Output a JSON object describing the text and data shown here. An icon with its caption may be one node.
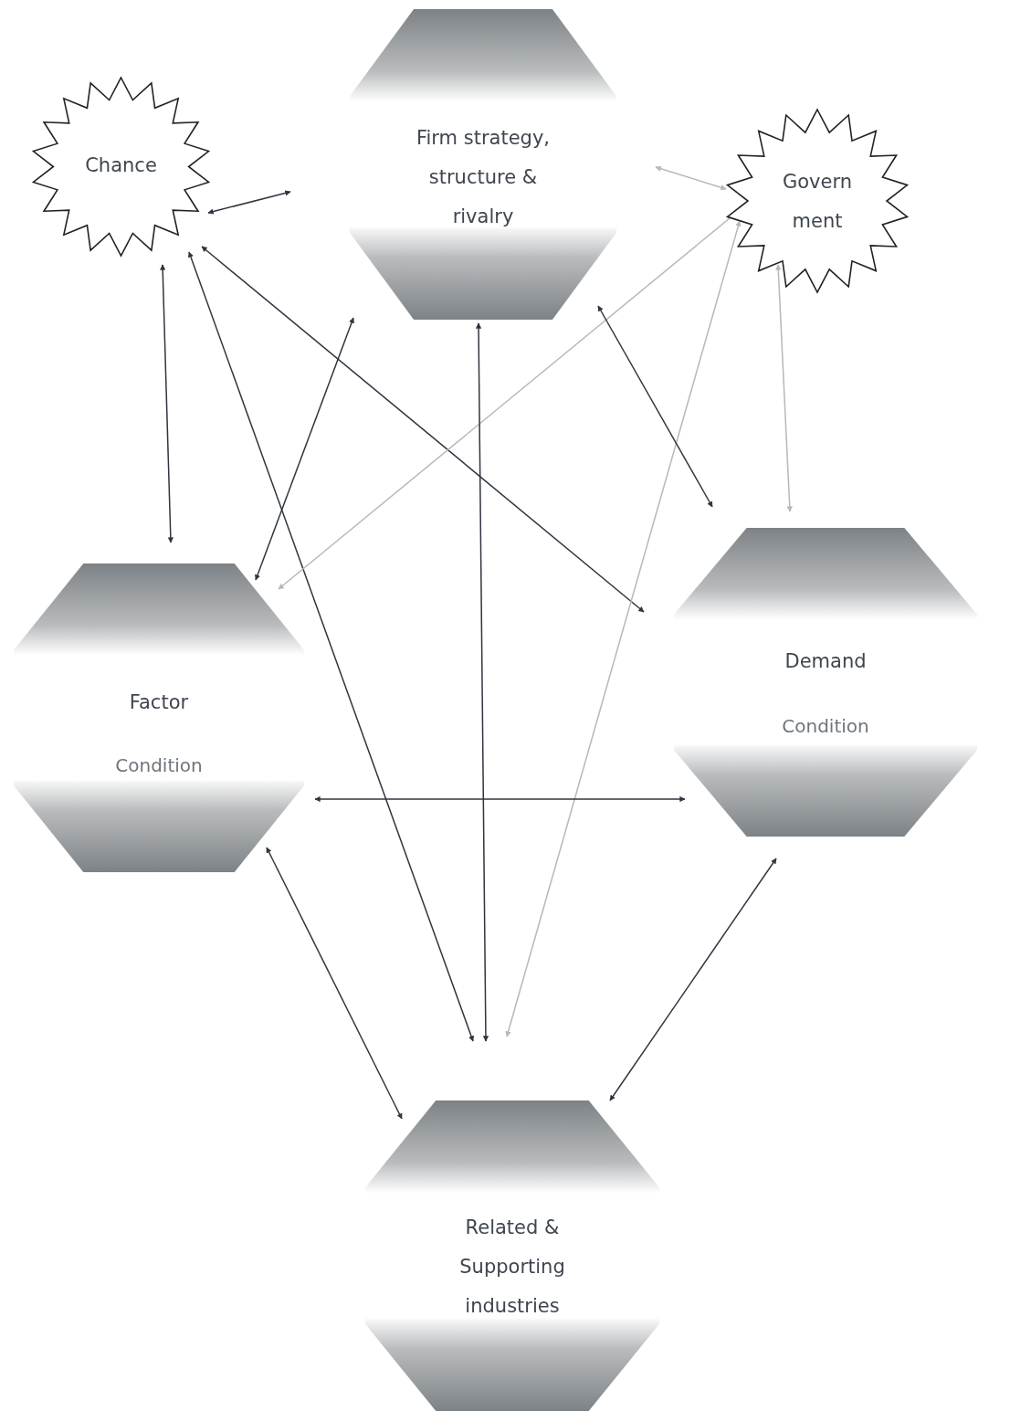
{
  "diagram": {
    "nodes": [
      {
        "text": [
          "Chance"
        ]
      },
      {
        "text": [
          "Firm strategy, structure & rivalry"
        ]
      },
      {
        "text": [
          "Govern ment"
        ]
      },
      {
        "text": [
          "Factor",
          "Condition"
        ]
      },
      {
        "text": [
          "Demand",
          "Condition"
        ]
      },
      {
        "text": [
          "Related & Supporting industries"
        ]
      }
    ],
    "edges": [
      {
        "from": 0,
        "to": 1,
        "arrow": "both"
      },
      {
        "from": 1,
        "to": 2,
        "arrow": "both",
        "color": "#b8b8b8"
      },
      {
        "from": 0,
        "to": 3,
        "arrow": "both"
      },
      {
        "from": 0,
        "to": 5,
        "arrow": "both"
      },
      {
        "from": 0,
        "to": 4,
        "arrow": "both"
      },
      {
        "from": 3,
        "to": 1,
        "arrow": "both"
      },
      {
        "from": 2,
        "to": 3,
        "arrow": "both",
        "color": "#b8b8b8"
      },
      {
        "from": 1,
        "to": 5,
        "arrow": "both"
      },
      {
        "from": 2,
        "to": 5,
        "arrow": "both",
        "color": "#b8b8b8"
      },
      {
        "from": 1,
        "to": 4,
        "arrow": "both"
      },
      {
        "from": 2,
        "to": 4,
        "arrow": "both",
        "color": "#b8b8b8"
      },
      {
        "from": 3,
        "to": 4,
        "arrow": "both"
      },
      {
        "from": 3,
        "to": 5,
        "arrow": "both"
      },
      {
        "from": 4,
        "to": 5,
        "arrow": "both"
      }
    ]
  }
}
